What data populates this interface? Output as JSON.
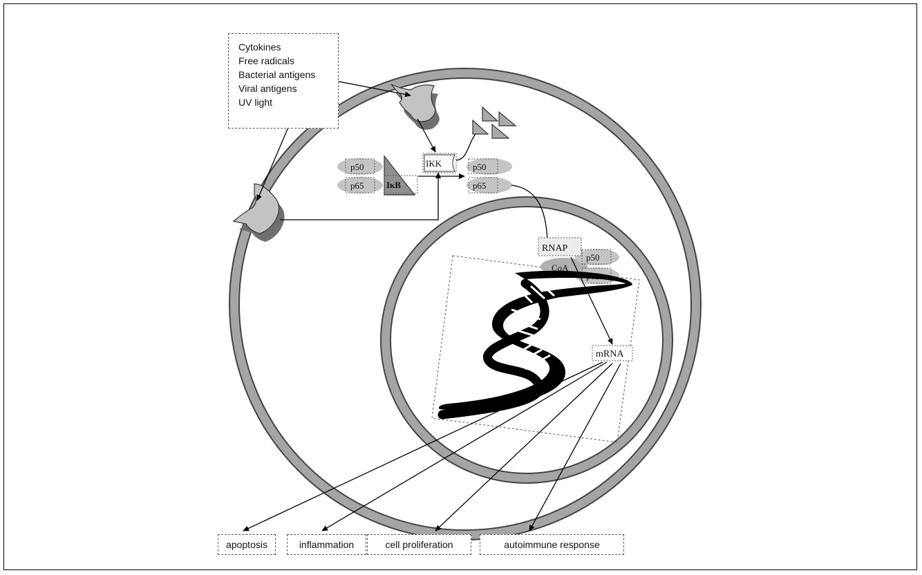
{
  "stimuli": [
    "Cytokines",
    "Free radicals",
    "Bacterial antigens",
    "Viral antigens",
    "UV light"
  ],
  "molecules": {
    "p50": "p50",
    "p65": "p65",
    "ikb": "IκB",
    "ikk": "IKK",
    "rnap": "RNAP",
    "coa": "CoA",
    "mrna": "mRNA"
  },
  "outcomes": [
    "apoptosis",
    "inflammation",
    "cell proliferation",
    "autoimmune response"
  ],
  "colors": {
    "membrane": "#9a9a9a",
    "protein": "#bdbdbd",
    "receptor": "#a8a8a8",
    "dna": "#000000"
  }
}
